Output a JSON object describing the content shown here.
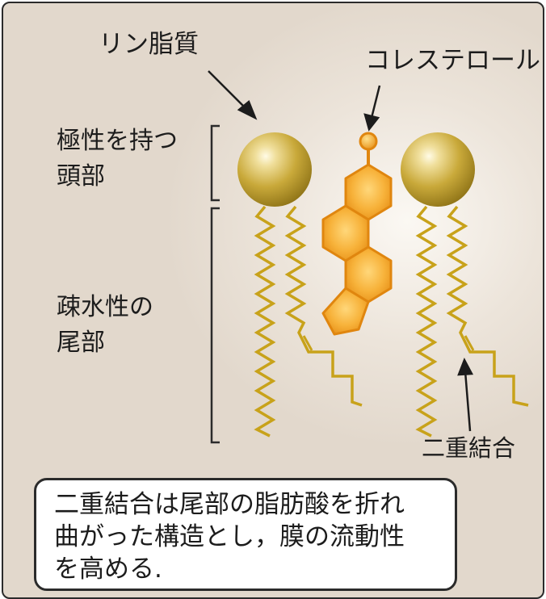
{
  "labels": {
    "phospholipid": "リン脂質",
    "cholesterol": "コレステロール",
    "polar_head_line1": "極性を持つ",
    "polar_head_line2": "頭部",
    "hydrophobic_tail_line1": "疎水性の",
    "hydrophobic_tail_line2": "尾部",
    "double_bond": "二重結合"
  },
  "note": {
    "line1": "二重結合は尾部の脂肪酸を折れ",
    "line2": "曲がった構造とし，膜の流動性",
    "line3": "を高める."
  },
  "colors": {
    "head_gold": "#c9a93a",
    "tail_gold": "#c8a21a",
    "cholesterol_orange": "#f4a51c",
    "panel_beige": "#e6ddd1"
  }
}
